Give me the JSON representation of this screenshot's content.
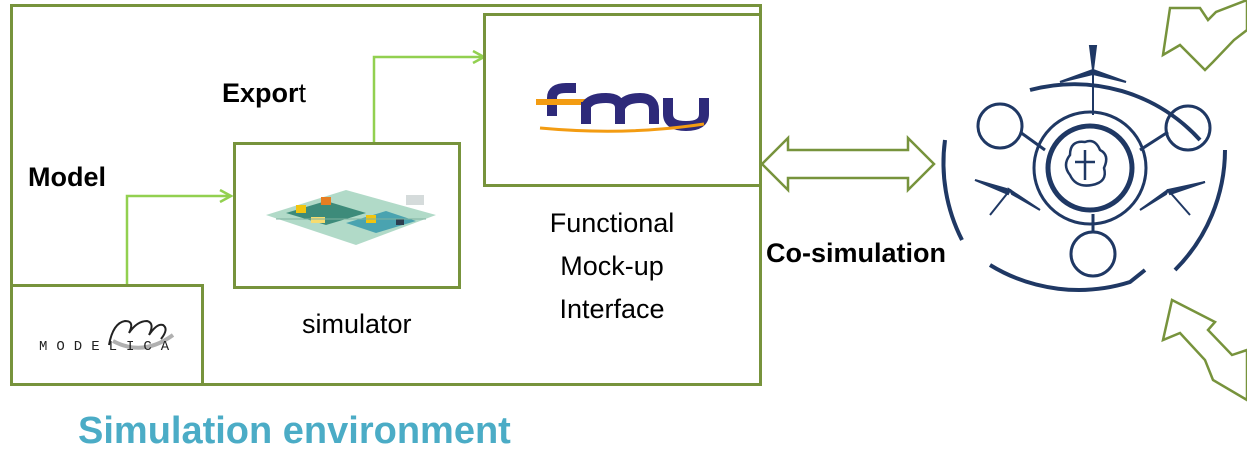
{
  "labels": {
    "model": "Model",
    "export_bold": "Expor",
    "export_rest": "t",
    "simulator": "simulator",
    "fmi_line1": "Functional",
    "fmi_line2": "Mock-up",
    "fmi_line3": "Interface",
    "cosim": "Co-simulation",
    "environment": "Simulation environment"
  },
  "logos": {
    "fmu": "fmu",
    "modelica": "MODELICA"
  },
  "colors": {
    "frame_green": "#77933c",
    "arrow_green": "#92d050",
    "env_title": "#4bacc6",
    "microgrid_blue": "#1f3864",
    "fmu_navy": "#2e2a7a",
    "fmu_orange": "#f39c12"
  }
}
